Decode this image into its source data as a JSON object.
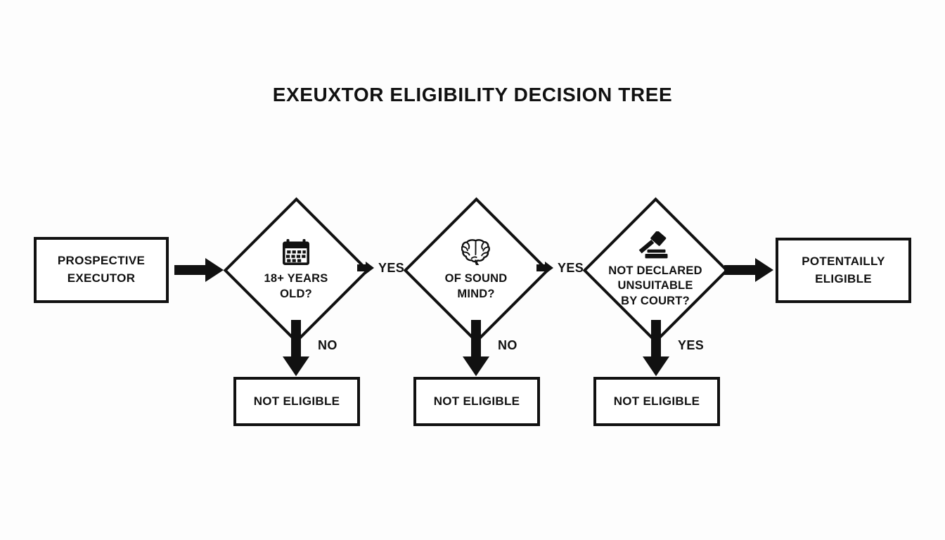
{
  "title": "EXEUXTOR ELIGIBILITY DECISION TREE",
  "colors": {
    "background": "#fdfdfd",
    "stroke": "#111111",
    "node_fill": "#ffffff",
    "text": "#111111"
  },
  "nodes": {
    "start": {
      "label": "PROSPECTIVE\nEXECUTOR",
      "type": "process"
    },
    "decision_age": {
      "label": "18+ YEARS\nOLD?",
      "icon": "calendar-icon",
      "type": "decision"
    },
    "decision_mind": {
      "label": "OF SOUND\nMIND?",
      "icon": "brain-icon",
      "type": "decision"
    },
    "decision_court": {
      "label": "NOT DECLARED\nUNSUITABLE\nBY COURT?",
      "icon": "gavel-icon",
      "type": "decision"
    },
    "outcome_eligible": {
      "label": "POTENTAILLY\nELIGIBLE",
      "type": "terminal"
    },
    "outcome_not_eligible_age": {
      "label": "NOT ELIGIBLE",
      "type": "terminal"
    },
    "outcome_not_eligible_mind": {
      "label": "NOT ELIGIBLE",
      "type": "terminal"
    },
    "outcome_not_eligible_court": {
      "label": "NOT ELIGIBLE",
      "type": "terminal"
    }
  },
  "edges": {
    "start_to_age": {
      "label": ""
    },
    "age_to_mind": {
      "label": "YES"
    },
    "mind_to_court": {
      "label": "YES"
    },
    "court_to_eligible": {
      "label": ""
    },
    "age_to_not_eligible": {
      "label": "NO"
    },
    "mind_to_not_eligible": {
      "label": "NO"
    },
    "court_to_not_eligible": {
      "label": "YES"
    }
  }
}
